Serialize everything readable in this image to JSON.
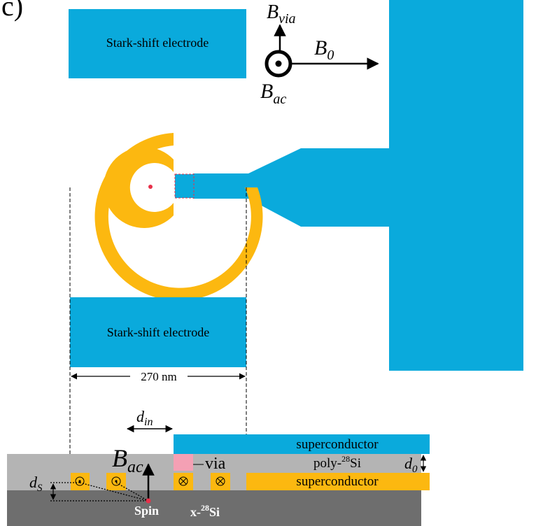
{
  "panel_label": "c)",
  "electrodes": {
    "top": "Stark-shift electrode",
    "bottom": "Stark-shift electrode"
  },
  "fields": {
    "b_via": {
      "base": "B",
      "sub": "via"
    },
    "b_0": {
      "base": "B",
      "sub": "0"
    },
    "b_ac": {
      "base": "B",
      "sub": "ac"
    }
  },
  "dimension": "270 nm",
  "cross_section": {
    "d_in": {
      "base": "d",
      "sub": "in"
    },
    "b_ac": {
      "base": "B",
      "sub": "ac"
    },
    "d_s": {
      "base": "d",
      "sub": "S"
    },
    "d_0": {
      "base": "d",
      "sub": "0"
    },
    "via": "via",
    "layers": {
      "top": "superconductor",
      "middle": {
        "text": "poly-",
        "sup": "28",
        "tail": "Si"
      },
      "bottom": "superconductor",
      "substrate": {
        "text": "x-",
        "sup": "28",
        "tail": "Si"
      }
    },
    "spin": "Spin"
  },
  "colors": {
    "blue": "#0aaadc",
    "gold": "#fcb810",
    "gray_light": "#b4b4b4",
    "gray_dark": "#6e6e6e",
    "pink": "#f4a0b4",
    "red": "#e8304a"
  }
}
